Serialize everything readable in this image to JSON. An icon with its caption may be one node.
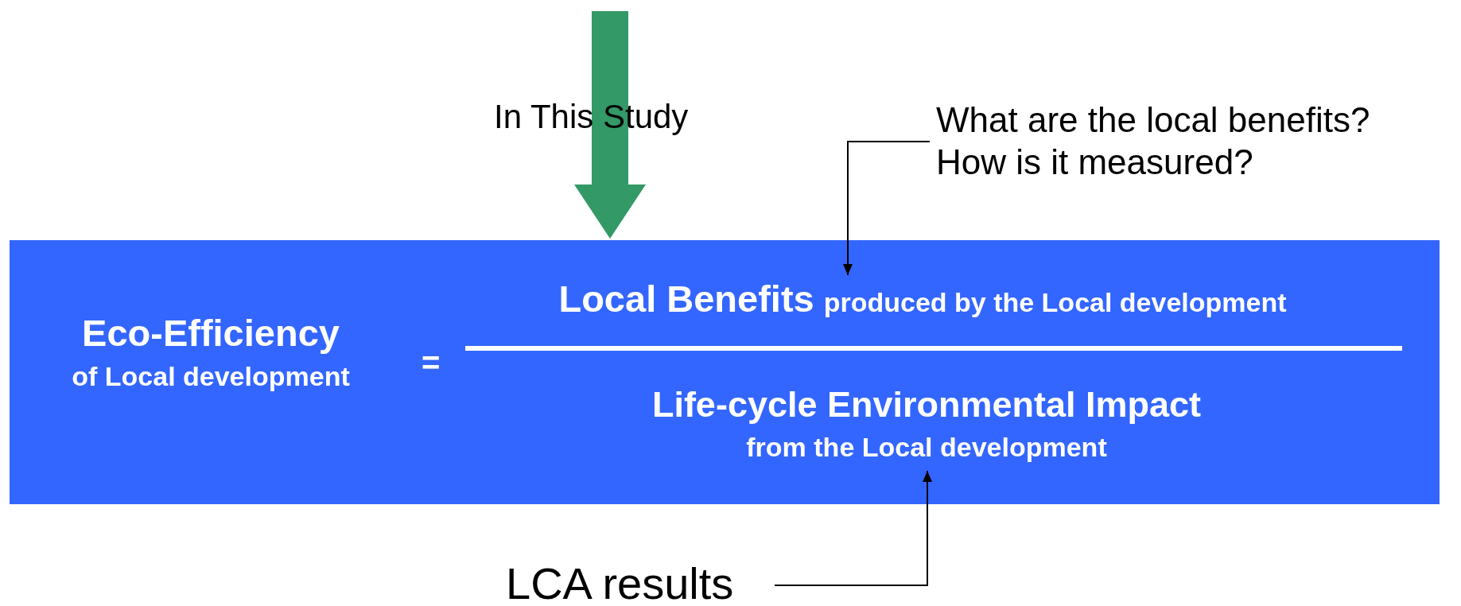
{
  "diagram": {
    "nodes": [
      {
        "text": [],
        "shape": "box"
      },
      {
        "text": [
          "Eco-Efficiency",
          "of Local development"
        ],
        "in": 0
      },
      {
        "text": [
          "Local Benefits",
          "produced by the Local development"
        ],
        "in": 0
      },
      {
        "text": [
          "Life-cycle Environmental Impact",
          "from the Local development"
        ],
        "in": 0
      },
      {
        "text": [
          "What are the local benefits? How is it measured?"
        ]
      },
      {
        "text": [
          "LCA results"
        ]
      }
    ],
    "edges": [
      {
        "from": null,
        "to": 0,
        "arrow": "to",
        "label": "In This Study",
        "style": "thick",
        "color": "#339966"
      },
      {
        "from": 4,
        "to": 2,
        "arrow": "to"
      },
      {
        "from": 5,
        "to": 3,
        "arrow": "to"
      }
    ],
    "labels": [
      "="
    ]
  }
}
